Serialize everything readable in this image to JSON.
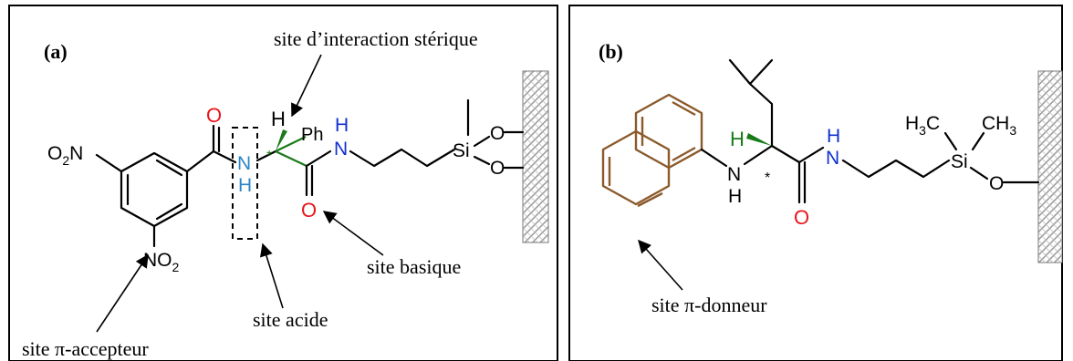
{
  "panel_a": {
    "label": "(a)",
    "annotations": {
      "steric": "site d’interaction stérique",
      "basic": "site basique",
      "acid": "site acide",
      "pi_acceptor": "site π-accepteur"
    },
    "atoms": {
      "O2N_prefix": "O",
      "O2N_sub": "2",
      "O2N_suffix": "N",
      "NO2_prefix": "NO",
      "NO2_sub": "2",
      "carbonyl_O1": "O",
      "amide_N1": "N",
      "amide_H1": "H",
      "alpha_H": "H",
      "phenyl": "Ph",
      "stereo_star": "*",
      "amide_N2": "N",
      "amide_H2": "H",
      "carbonyl_O2": "O",
      "Si": "Si",
      "Si_O1": "O",
      "Si_O2": "O"
    }
  },
  "panel_b": {
    "label": "(b)",
    "annotations": {
      "pi_donor": "site π-donneur"
    },
    "atoms": {
      "NH_N": "N",
      "NH_H": "H",
      "alpha_H": "H",
      "stereo_star": "*",
      "carbonyl_O": "O",
      "amide_N": "N",
      "amide_H": "H",
      "Si": "Si",
      "Si_O": "O",
      "Me1_H": "H",
      "Me1_sub": "3",
      "Me1_C": "C",
      "Me2_C": "CH",
      "Me2_sub": "3"
    }
  },
  "colors": {
    "oxygen": "#e8141a",
    "nitrogen": "#1030d0",
    "amide_NH_blue": "#2b86c9",
    "stereo_green": "#1a7a1a",
    "naphthyl_brown": "#8b5a2b",
    "frame": "#000000"
  }
}
